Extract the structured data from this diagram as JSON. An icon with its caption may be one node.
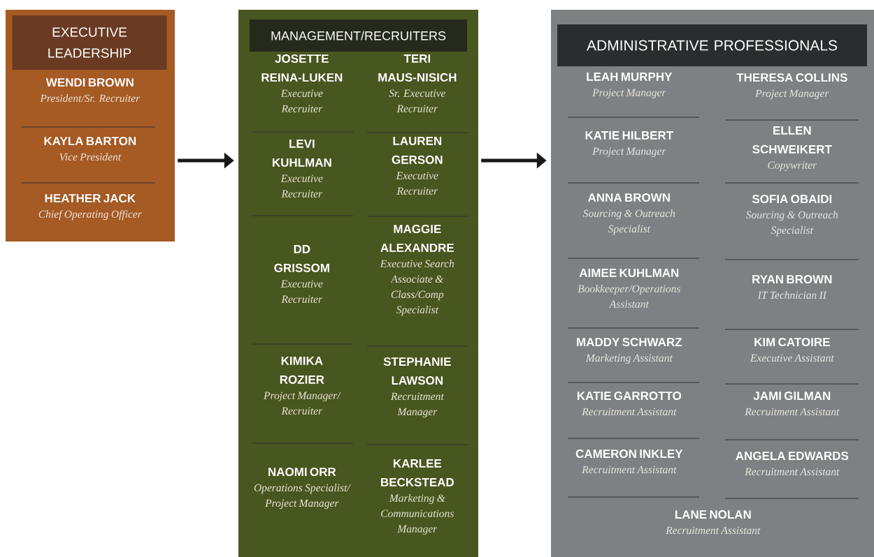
{
  "diagram": {
    "nodes": [
      {
        "text": [
          "EXECUTIVE LEADERSHIP"
        ]
      },
      {
        "text": [
          "WENDI BROWN",
          "President/Sr. Recruiter"
        ],
        "in": 0
      },
      {
        "text": [
          "KAYLA BARTON",
          "Vice President"
        ],
        "in": 0
      },
      {
        "text": [
          "HEATHER JACK",
          "Chief Operating Officer"
        ],
        "in": 0
      },
      {
        "text": [
          "MANAGEMENT/RECRUITERS"
        ]
      },
      {
        "text": [
          "JOSETTE REINA-LUKEN",
          "Executive Recruiter"
        ],
        "in": 4
      },
      {
        "text": [
          "TERI MAUS-NISICH",
          "Sr. Executive Recruiter"
        ],
        "in": 4
      },
      {
        "text": [
          "LEVI KUHLMAN",
          "Executive Recruiter"
        ],
        "in": 4
      },
      {
        "text": [
          "LAUREN GERSON",
          "Executive Recruiter"
        ],
        "in": 4
      },
      {
        "text": [
          "DD GRISSOM",
          "Executive Recruiter"
        ],
        "in": 4
      },
      {
        "text": [
          "MAGGIE ALEXANDRE",
          "Executive Search Associate & Class/Comp Specialist"
        ],
        "in": 4
      },
      {
        "text": [
          "KIMIKA ROZIER",
          "Project Manager/ Recruiter"
        ],
        "in": 4
      },
      {
        "text": [
          "STEPHANIE LAWSON",
          "Recruitment Manager"
        ],
        "in": 4
      },
      {
        "text": [
          "NAOMI ORR",
          "Operations Specialist/ Project Manager"
        ],
        "in": 4
      },
      {
        "text": [
          "KARLEE BECKSTEAD",
          "Marketing & Communications Manager"
        ],
        "in": 4
      },
      {
        "text": [
          "ADMINISTRATIVE PROFESSIONALS"
        ]
      },
      {
        "text": [
          "LEAH MURPHY",
          "Project Manager"
        ],
        "in": 15
      },
      {
        "text": [
          "THERESA COLLINS",
          "Project Manager"
        ],
        "in": 15
      },
      {
        "text": [
          "KATIE HILBERT",
          "Project Manager"
        ],
        "in": 15
      },
      {
        "text": [
          "ELLEN SCHWEIKERT",
          "Copywriter"
        ],
        "in": 15
      },
      {
        "text": [
          "ANNA BROWN",
          "Sourcing & Outreach Specialist"
        ],
        "in": 15
      },
      {
        "text": [
          "SOFIA OBAIDI",
          "Sourcing & Outreach Specialist"
        ],
        "in": 15
      },
      {
        "text": [
          "AIMEE KUHLMAN",
          "Bookkeeper/Operations Assistant"
        ],
        "in": 15
      },
      {
        "text": [
          "RYAN BROWN",
          "IT Technician II"
        ],
        "in": 15
      },
      {
        "text": [
          "MADDY SCHWARZ",
          "Marketing Assistant"
        ],
        "in": 15
      },
      {
        "text": [
          "KIM CATOIRE",
          "Executive Assistant"
        ],
        "in": 15
      },
      {
        "text": [
          "KATIE GARROTTO",
          "Recruitment Assistant"
        ],
        "in": 15
      },
      {
        "text": [
          "JAMI GILMAN",
          "Recruitment Assistant"
        ],
        "in": 15
      },
      {
        "text": [
          "CAMERON INKLEY",
          "Recruitment Assistant"
        ],
        "in": 15
      },
      {
        "text": [
          "ANGELA EDWARDS",
          "Recruitment Assistant"
        ],
        "in": 15
      },
      {
        "text": [
          "LANE NOLAN",
          "Recruitment Assistant"
        ],
        "in": 15
      }
    ],
    "edges": [
      {
        "from": 0,
        "to": 4,
        "arrow": "to"
      },
      {
        "from": 4,
        "to": 15,
        "arrow": "to"
      }
    ]
  }
}
